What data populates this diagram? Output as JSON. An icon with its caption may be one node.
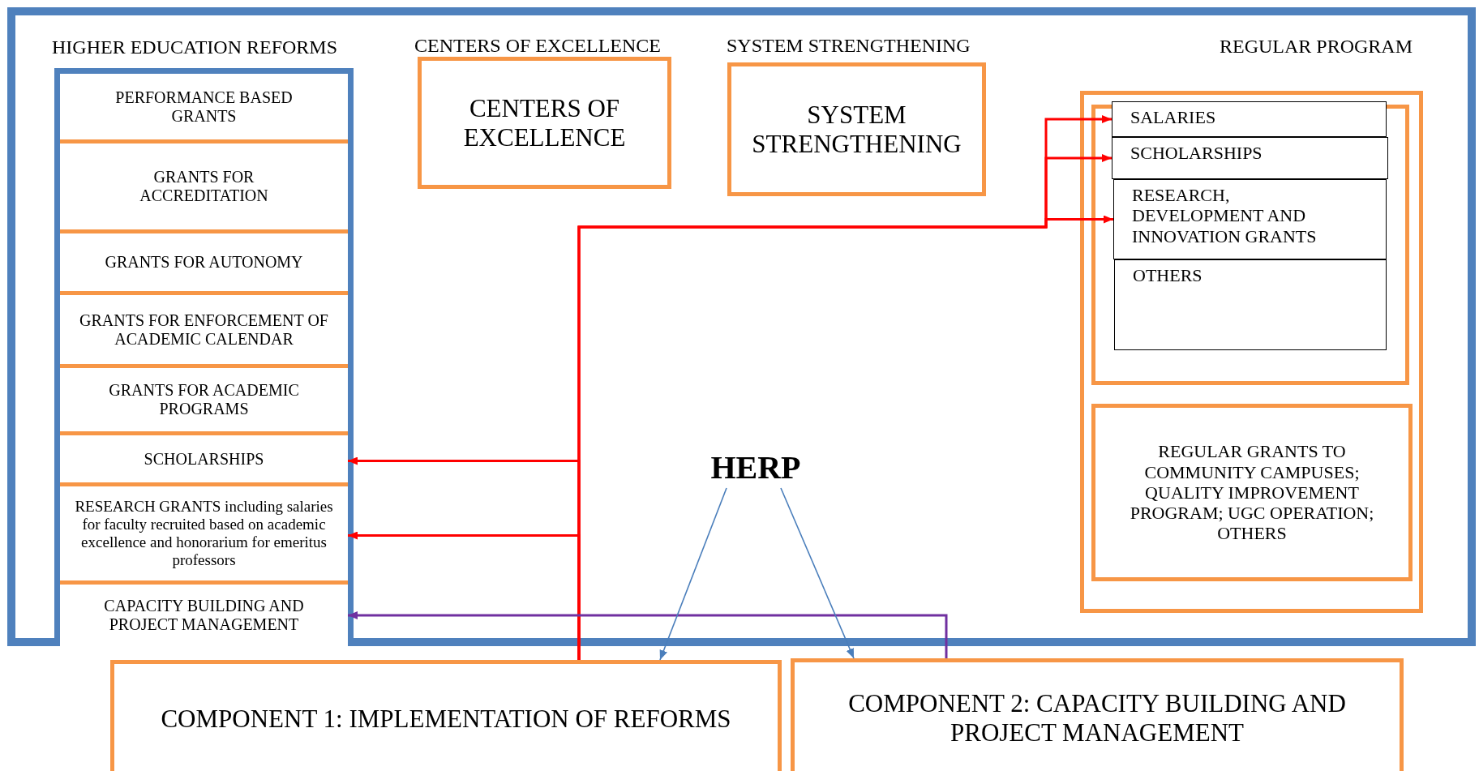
{
  "diagram": {
    "nodes": [
      {
        "text": [
          "HIGHER EDUCATION REFORMS"
        ]
      },
      {
        "text": [
          "PERFORMANCE BASED GRANTS"
        ],
        "in": 0
      },
      {
        "text": [
          "GRANTS FOR ACCREDITATION"
        ],
        "in": 0
      },
      {
        "text": [
          "GRANTS FOR AUTONOMY"
        ],
        "in": 0
      },
      {
        "text": [
          "GRANTS FOR ENFORCEMENT OF ACADEMIC CALENDAR"
        ],
        "in": 0
      },
      {
        "text": [
          "GRANTS FOR ACADEMIC PROGRAMS"
        ],
        "in": 0
      },
      {
        "text": [
          "SCHOLARSHIPS"
        ],
        "in": 0
      },
      {
        "text": [
          "RESEARCH GRANTS including salaries for faculty recruited based on academic excellence and honorarium for emeritus professors"
        ],
        "in": 0
      },
      {
        "text": [
          "CAPACITY BUILDING AND PROJECT MANAGEMENT"
        ],
        "in": 0
      },
      {
        "text": [
          "CENTERS OF EXCELLENCE",
          "CENTERS OF EXCELLENCE"
        ]
      },
      {
        "text": [
          "SYSTEM STRENGTHENING",
          "SYSTEM STRENGTHENING"
        ]
      },
      {
        "text": [
          "REGULAR PROGRAM"
        ]
      },
      {
        "text": [],
        "shape": "box",
        "in": 11
      },
      {
        "text": [
          "SALARIES"
        ],
        "in": 12
      },
      {
        "text": [
          "SCHOLARSHIPS"
        ],
        "in": 12
      },
      {
        "text": [
          "RESEARCH, DEVELOPMENT AND INNOVATION GRANTS"
        ],
        "in": 12
      },
      {
        "text": [
          "OTHERS"
        ],
        "in": 12
      },
      {
        "text": [
          "REGULAR GRANTS TO COMMUNITY CAMPUSES; QUALITY IMPROVEMENT PROGRAM; UGC OPERATION; OTHERS"
        ],
        "in": 11
      },
      {
        "text": [
          "HERP"
        ]
      },
      {
        "text": [
          "COMPONENT 1: IMPLEMENTATION OF REFORMS"
        ]
      },
      {
        "text": [
          "COMPONENT 2: CAPACITY BUILDING AND PROJECT MANAGEMENT"
        ]
      }
    ],
    "edges": [
      {
        "from": 19,
        "to": 6,
        "arrow": "to"
      },
      {
        "from": 19,
        "to": 7,
        "arrow": "to"
      },
      {
        "from": 19,
        "to": 13,
        "arrow": "to"
      },
      {
        "from": 19,
        "to": 14,
        "arrow": "to"
      },
      {
        "from": 19,
        "to": 15,
        "arrow": "to"
      },
      {
        "from": 20,
        "to": 8,
        "arrow": "to",
        "color": "#7030a0"
      },
      {
        "from": 18,
        "to": 19,
        "arrow": "to",
        "color": "#4a7ebb"
      },
      {
        "from": 18,
        "to": 20,
        "arrow": "to",
        "color": "#4a7ebb"
      }
    ]
  }
}
